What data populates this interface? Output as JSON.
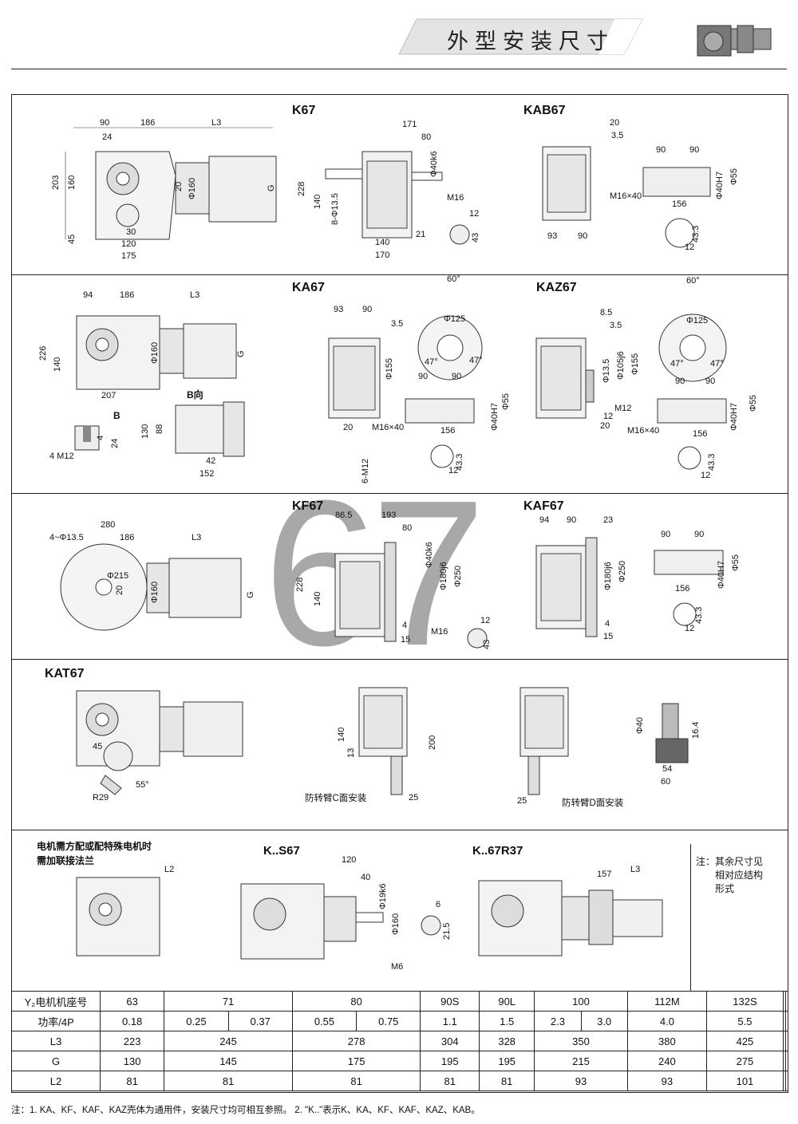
{
  "header": {
    "title": "外型安装尺寸"
  },
  "watermark": "67",
  "models": {
    "k67": "K67",
    "kab67": "KAB67",
    "ka67": "KA67",
    "kaz67": "KAZ67",
    "kf67": "KF67",
    "kaf67": "KAF67",
    "kat67": "KAT67",
    "ks67": "K..S67",
    "k67r37": "K..67R37"
  },
  "dims": {
    "k67": [
      "90",
      "186",
      "L3",
      "24",
      "203",
      "160",
      "45",
      "30",
      "120",
      "175",
      "20",
      "Φ160",
      "G"
    ],
    "k67side": [
      "171",
      "80",
      "Φ40k6",
      "228",
      "140",
      "8-Φ13.5",
      "M16",
      "140",
      "170",
      "21",
      "12",
      "43"
    ],
    "kab67": [
      "20",
      "3.5",
      "90",
      "90",
      "Φ40H7",
      "Φ55",
      "M16×40",
      "156",
      "93",
      "90",
      "43.3",
      "12"
    ],
    "ka67": [
      "94",
      "186",
      "L3",
      "226",
      "140",
      "207",
      "Φ160",
      "G",
      "B向",
      "B",
      "130",
      "88",
      "42",
      "152",
      "4 M12",
      "24",
      "4"
    ],
    "ka67side": [
      "93",
      "90",
      "3.5",
      "60°",
      "Φ125",
      "47°",
      "47°",
      "Φ155",
      "90",
      "90",
      "Φ40H7",
      "Φ55",
      "M16×40",
      "156",
      "20",
      "6-M12",
      "43.3",
      "12"
    ],
    "kaz67": [
      "8.5",
      "3.5",
      "Φ105j6",
      "Φ155",
      "Φ13.5",
      "M12",
      "20",
      "12",
      "60°",
      "Φ125",
      "47°",
      "47°",
      "90",
      "90",
      "Φ40H7",
      "Φ55",
      "M16×40",
      "156",
      "43.3",
      "12"
    ],
    "kf67": [
      "280",
      "186",
      "L3",
      "4~Φ13.5",
      "Φ215",
      "20",
      "Φ160",
      "G"
    ],
    "kf67side": [
      "86.5",
      "193",
      "80",
      "Φ40k6",
      "Φ180j6",
      "Φ250",
      "228",
      "140",
      "4",
      "15",
      "M16",
      "12",
      "43"
    ],
    "kaf67": [
      "94",
      "90",
      "23",
      "Φ180j6",
      "Φ250",
      "4",
      "15",
      "90",
      "90",
      "Φ40H7",
      "Φ55",
      "156",
      "43.3",
      "12"
    ],
    "kat67": [
      "45",
      "R29",
      "55°",
      "140",
      "13",
      "200",
      "25",
      "25",
      "Φ40",
      "16.4",
      "54",
      "60"
    ]
  },
  "captions": {
    "cmount": "防转臂C面安装",
    "dmount": "防转臂D面安装"
  },
  "motor_note": [
    "电机需方配或配特殊电机时",
    "需加联接法兰"
  ],
  "ks67_dims": [
    "120",
    "40",
    "Φ19k6",
    "Φ160",
    "M6",
    "6",
    "21.5"
  ],
  "k67r37_dims": [
    "157",
    "L3"
  ],
  "ks_l2": "L2",
  "side_note": [
    "注：其余尺寸见",
    "相对应结构",
    "形式"
  ],
  "table": {
    "rows": [
      {
        "head": "Y₂电机机座号",
        "cells": [
          [
            "63",
            1
          ],
          [
            "71",
            2
          ],
          [
            "80",
            2
          ],
          [
            "90S",
            1
          ],
          [
            "90L",
            1
          ],
          [
            "100",
            2
          ],
          [
            "112M",
            1
          ],
          [
            "132S",
            1
          ],
          [
            "",
            1
          ],
          [
            "",
            1
          ]
        ]
      },
      {
        "head": "功率/4P",
        "cells": [
          [
            "0.18",
            1
          ],
          [
            "0.25",
            1
          ],
          [
            "0.37",
            1
          ],
          [
            "0.55",
            1
          ],
          [
            "0.75",
            1
          ],
          [
            "1.1",
            1
          ],
          [
            "1.5",
            1
          ],
          [
            "2.3",
            1
          ],
          [
            "3.0",
            1
          ],
          [
            "4.0",
            1
          ],
          [
            "5.5",
            1
          ],
          [
            "",
            1
          ],
          [
            "",
            1
          ]
        ]
      },
      {
        "head": "L3",
        "cells": [
          [
            "223",
            1
          ],
          [
            "245",
            2
          ],
          [
            "278",
            2
          ],
          [
            "304",
            1
          ],
          [
            "328",
            1
          ],
          [
            "350",
            2
          ],
          [
            "380",
            1
          ],
          [
            "425",
            1
          ],
          [
            "",
            1
          ],
          [
            "",
            1
          ]
        ]
      },
      {
        "head": "G",
        "cells": [
          [
            "130",
            1
          ],
          [
            "145",
            2
          ],
          [
            "175",
            2
          ],
          [
            "195",
            1
          ],
          [
            "195",
            1
          ],
          [
            "215",
            2
          ],
          [
            "240",
            1
          ],
          [
            "275",
            1
          ],
          [
            "",
            1
          ],
          [
            "",
            1
          ]
        ]
      },
      {
        "head": "L2",
        "cells": [
          [
            "81",
            1
          ],
          [
            "81",
            2
          ],
          [
            "81",
            2
          ],
          [
            "81",
            1
          ],
          [
            "81",
            1
          ],
          [
            "93",
            2
          ],
          [
            "93",
            1
          ],
          [
            "101",
            1
          ],
          [
            "",
            1
          ],
          [
            "",
            1
          ]
        ]
      }
    ]
  },
  "footnote": "注：1. KA、KF、KAF、KAZ壳体为通用件，安装尺寸均可相互参照。   2. \"K..\"表示K、KA、KF、KAF、KAZ、KAB。"
}
